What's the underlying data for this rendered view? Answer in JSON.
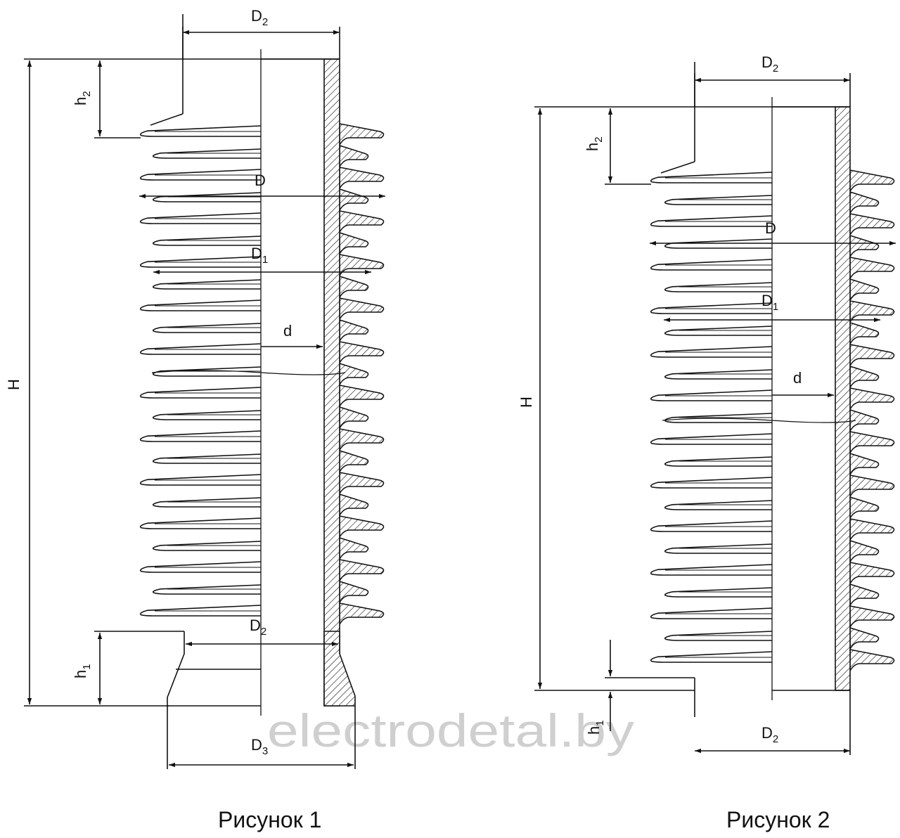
{
  "figure1": {
    "caption": "Рисунок 1",
    "labels": {
      "D2_top": {
        "main": "D",
        "sub": "2"
      },
      "D2_bottom": {
        "main": "D",
        "sub": "2"
      },
      "D3": {
        "main": "D",
        "sub": "3"
      },
      "D": {
        "main": "D"
      },
      "D1": {
        "main": "D",
        "sub": "1"
      },
      "d": {
        "main": "d"
      },
      "H": {
        "main": "H"
      },
      "h1": {
        "main": "h",
        "sub": "1"
      },
      "h2": {
        "main": "h",
        "sub": "2"
      }
    }
  },
  "figure2": {
    "caption": "Рисунок 2",
    "labels": {
      "D2_top": {
        "main": "D",
        "sub": "2"
      },
      "D2_bottom": {
        "main": "D",
        "sub": "2"
      },
      "D": {
        "main": "D"
      },
      "D1": {
        "main": "D",
        "sub": "1"
      },
      "d": {
        "main": "d"
      },
      "H": {
        "main": "H"
      },
      "h1": {
        "main": "h",
        "sub": "1"
      },
      "h2": {
        "main": "h",
        "sub": "2"
      }
    }
  },
  "watermark": "electrodetal.by",
  "colors": {
    "ink": "#111111",
    "watermark": "#cfcfcf"
  }
}
